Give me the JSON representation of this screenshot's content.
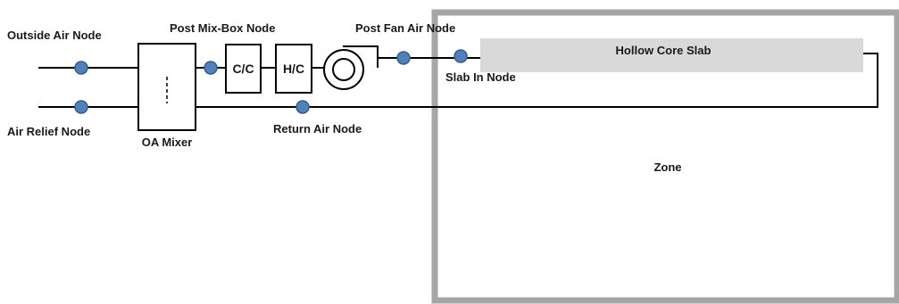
{
  "diagram": {
    "nodes": {
      "outside_air": "Outside Air Node",
      "air_relief": "Air Relief Node",
      "post_mix_box": "Post Mix-Box Node",
      "return_air": "Return Air Node",
      "post_fan_air": "Post Fan Air Node",
      "slab_in": "Slab In Node"
    },
    "components": {
      "oa_mixer": "OA Mixer",
      "cooling_coil": "C/C",
      "heating_coil": "H/C",
      "supply_fan": "fan-icon"
    },
    "zone": {
      "label": "Zone",
      "slab_label": "Hollow Core Slab"
    },
    "colors": {
      "node_fill": "#4f81bd",
      "node_stroke": "#385d8a",
      "zone_border": "#a6a6a6",
      "slab_fill": "#d9d9d9",
      "line": "#000000"
    }
  }
}
